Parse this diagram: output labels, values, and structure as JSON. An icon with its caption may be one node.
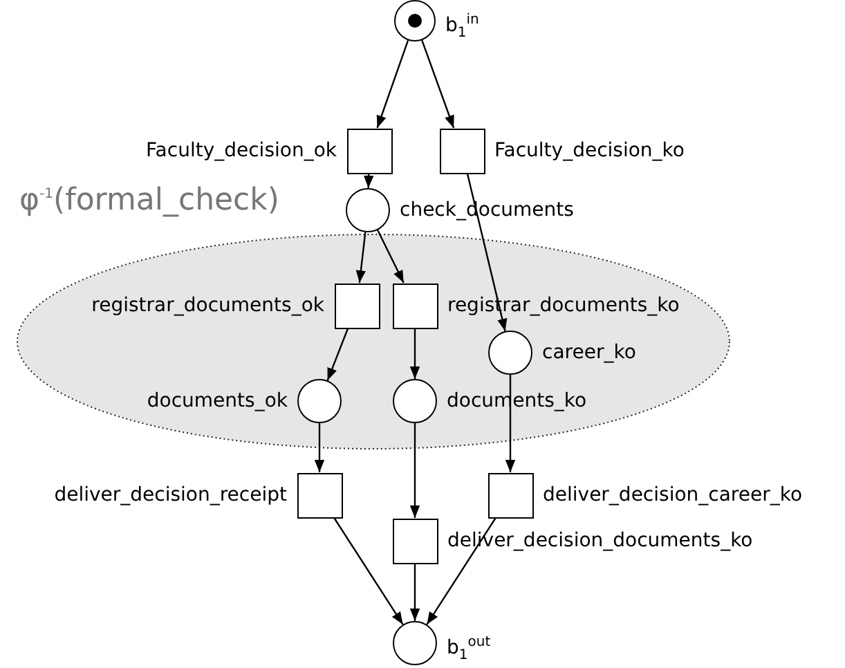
{
  "diagram": {
    "nodes": [
      {
        "text": [
          "b$_{1}$$^{in}$"
        ]
      },
      {
        "text": [
          "Faculty_decision_ok"
        ]
      },
      {
        "text": [
          "Faculty_decision_ko"
        ]
      },
      {
        "text": [
          "φ$^{-1}$(formal_check)"
        ]
      },
      {
        "text": [
          "check_documents"
        ]
      },
      {
        "text": [
          "registrar_documents_ok"
        ],
        "in": 3
      },
      {
        "text": [
          "registrar_documents_ko"
        ],
        "in": 3
      },
      {
        "text": [
          "career_ko"
        ],
        "in": 3
      },
      {
        "text": [
          "documents_ok"
        ],
        "in": 3
      },
      {
        "text": [
          "documents_ko"
        ],
        "in": 3
      },
      {
        "text": [
          "deliver_decision_receipt"
        ]
      },
      {
        "text": [
          "deliver_decision_career_ko"
        ]
      },
      {
        "text": [
          "deliver_decision_documents_ko"
        ]
      },
      {
        "text": [
          "b$_{1}$$^{out}$"
        ]
      }
    ],
    "edges": [
      {
        "from": 0,
        "to": 1,
        "arrow": "to"
      },
      {
        "from": 0,
        "to": 2,
        "arrow": "to"
      },
      {
        "from": 1,
        "to": 4,
        "arrow": "to"
      },
      {
        "from": 2,
        "to": 7,
        "arrow": "to"
      },
      {
        "from": 4,
        "to": 5,
        "arrow": "to"
      },
      {
        "from": 4,
        "to": 6,
        "arrow": "to"
      },
      {
        "from": 5,
        "to": 8,
        "arrow": "to"
      },
      {
        "from": 6,
        "to": 9,
        "arrow": "to"
      },
      {
        "from": 8,
        "to": 10,
        "arrow": "to"
      },
      {
        "from": 9,
        "to": 12,
        "arrow": "to"
      },
      {
        "from": 7,
        "to": 11,
        "arrow": "to"
      },
      {
        "from": 10,
        "to": 13,
        "arrow": "to"
      },
      {
        "from": 12,
        "to": 13,
        "arrow": "to"
      },
      {
        "from": 11,
        "to": 13,
        "arrow": "to"
      }
    ]
  }
}
